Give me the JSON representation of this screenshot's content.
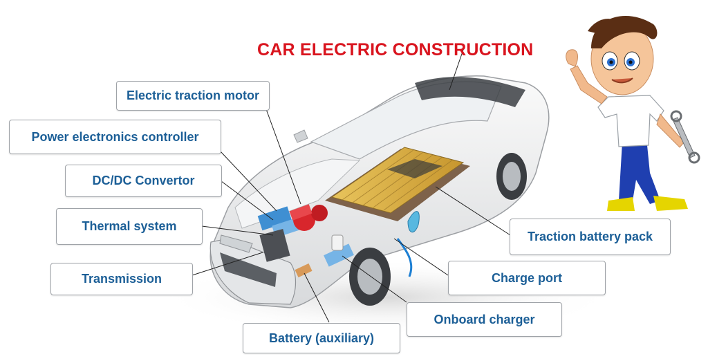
{
  "title": "CAR ELECTRIC CONSTRUCTION",
  "labels": {
    "motor": "Electric traction motor",
    "controller": "Power electronics controller",
    "dcdc": "DC/DC Convertor",
    "thermal": "Thermal system",
    "transmission": "Transmission",
    "aux_battery": "Battery (auxiliary)",
    "traction_battery": "Traction battery pack",
    "charge_port": "Charge port",
    "onboard_charger": "Onboard charger"
  },
  "colors": {
    "title": "#d9141e",
    "label_text": "#1c5f97",
    "label_border": "#9fa3a8",
    "battery_cells": "#d9b04a",
    "motor_red": "#d8262c",
    "electronics_blue": "#3f8fd2"
  },
  "icons": {
    "car": "electric-car-cutaway",
    "mascot": "boy-mechanic-with-wrench"
  }
}
